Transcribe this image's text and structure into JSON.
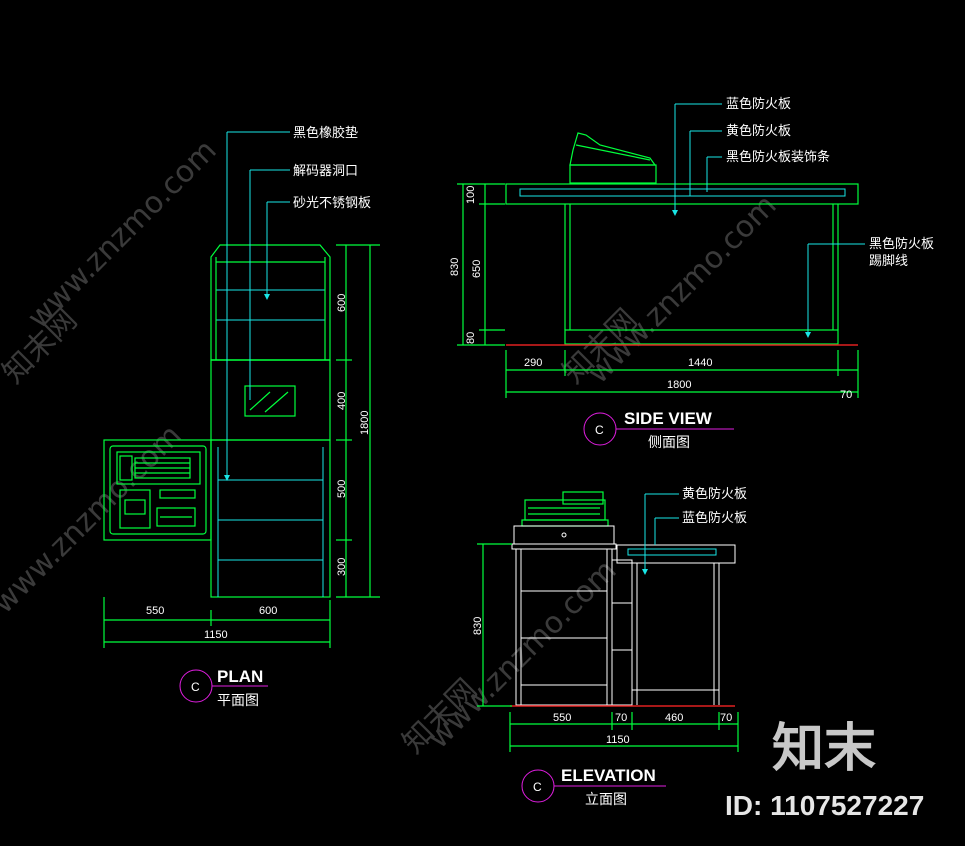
{
  "watermark": {
    "text": "www.znzmo.com",
    "text_cn": "知末网",
    "brand": "知末",
    "id_label": "ID: 1107527227"
  },
  "plan": {
    "title": "PLAN",
    "subtitle": "平面图",
    "tag": "C",
    "labels": [
      "黑色橡胶垫",
      "解码器洞口",
      "砂光不锈钢板"
    ],
    "dims_vertical": [
      "600",
      "400",
      "500",
      "300",
      "1800"
    ],
    "dims_horizontal": [
      "550",
      "600",
      "1150"
    ]
  },
  "side_view": {
    "title": "SIDE VIEW",
    "subtitle": "侧面图",
    "tag": "C",
    "labels": [
      "蓝色防火板",
      "黄色防火板",
      "黑色防火板装饰条",
      "黑色防火板",
      "踢脚线"
    ],
    "dims_vertical": [
      "100",
      "650",
      "80",
      "830"
    ],
    "dims_horizontal": [
      "290",
      "1440",
      "1800",
      "70"
    ]
  },
  "elevation": {
    "title": "ELEVATION",
    "subtitle": "立面图",
    "tag": "C",
    "labels": [
      "黄色防火板",
      "蓝色防火板"
    ],
    "dims_vertical": [
      "830"
    ],
    "dims_horizontal": [
      "550",
      "70",
      "460",
      "70",
      "1150"
    ]
  }
}
